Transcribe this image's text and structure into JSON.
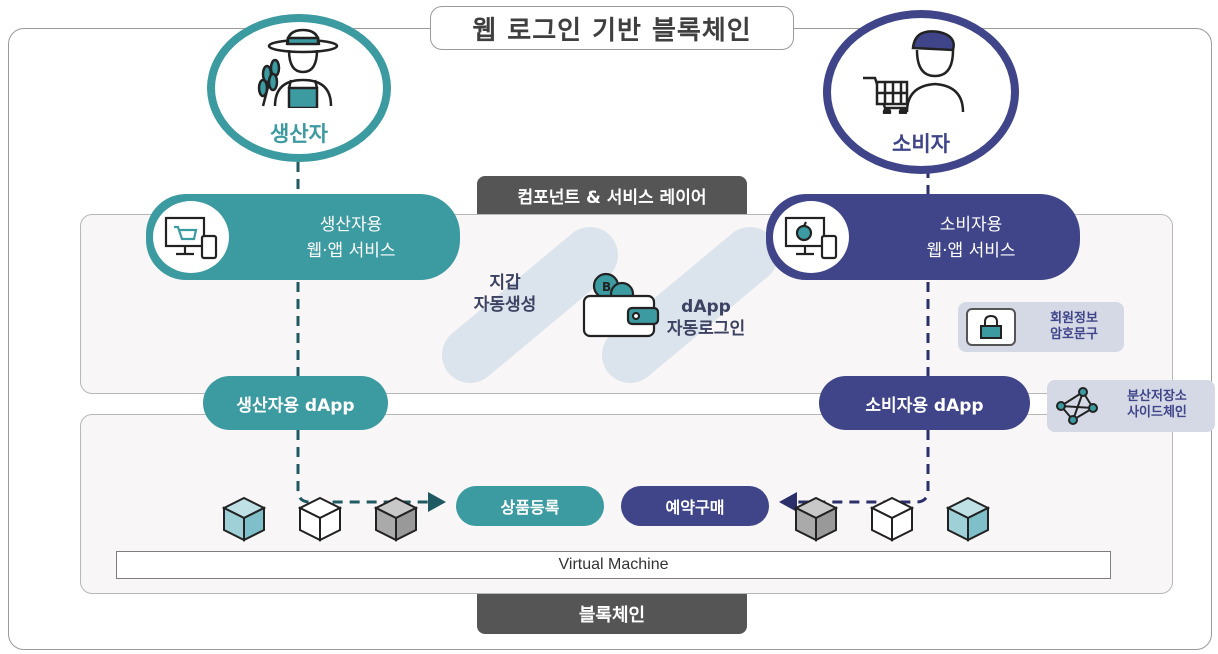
{
  "title": "웹 로그인 기반 블록체인",
  "layers": {
    "component": "컴포넌트 & 서비스 레이어",
    "blockchain": "블록체인"
  },
  "producer": {
    "label": "생산자",
    "service_line1": "생산자용",
    "service_line2": "웹·앱 서비스",
    "dapp": "생산자용 dApp",
    "action": "상품등록"
  },
  "consumer": {
    "label": "소비자",
    "service_line1": "소비자용",
    "service_line2": "웹·앱 서비스",
    "dapp": "소비자용 dApp",
    "action": "예약구매"
  },
  "wallet": {
    "line1": "지갑",
    "line2": "자동생성"
  },
  "dapp_login": {
    "line1": "dApp",
    "line2": "자동로그인"
  },
  "member_info": {
    "line1": "회원정보",
    "line2": "암호문구"
  },
  "side_chain": {
    "line1": "분산저장소",
    "line2": "사이드체인"
  },
  "vm": "Virtual Machine",
  "colors": {
    "producer": "#3c9aa1",
    "consumer": "#3f4588",
    "layer_label": "#555555"
  }
}
